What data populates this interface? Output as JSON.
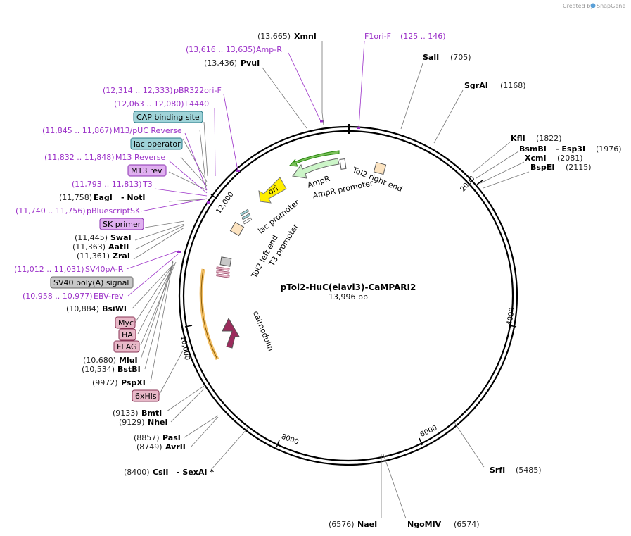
{
  "watermark": {
    "created_by": "Created by",
    "brand": "SnapGene"
  },
  "map": {
    "name": "pTol2-HuC(elavl3)-CaMPARI2",
    "size_label": "13,996 bp",
    "ticks": [
      "2000",
      "4000",
      "6000",
      "8000",
      "10,000",
      "12,000"
    ]
  },
  "features": {
    "ori": "ori",
    "ampr": "AmpR",
    "ampr_promoter": "AmpR promoter",
    "tol2_right": "Tol2 right end",
    "lac_promoter": "lac promoter",
    "tol2_left": "Tol2 left end",
    "t3_promoter": "T3 promoter",
    "calmodulin": "calmodulin"
  },
  "sites": {
    "xmni": {
      "pos": "(13,665)",
      "name": "XmnI"
    },
    "f1ori": {
      "name": "F1ori-F",
      "pos": "(125 .. 146)"
    },
    "ampR_primer": {
      "pos": "(13,616 .. 13,635)",
      "name": "Amp-R"
    },
    "pvui": {
      "pos": "(13,436)",
      "name": "PvuI"
    },
    "sali": {
      "name": "SalI",
      "pos": "(705)"
    },
    "sgrai": {
      "name": "SgrAI",
      "pos": "(1168)"
    },
    "pbr322": {
      "pos": "(12,314 .. 12,333)",
      "name": "pBR322ori-F"
    },
    "l4440": {
      "pos": "(12,063 .. 12,080)",
      "name": "L4440"
    },
    "cap": {
      "name": "CAP binding site"
    },
    "m13puc": {
      "pos": "(11,845 .. 11,867)",
      "name": "M13/pUC Reverse"
    },
    "lacop": {
      "name": "lac operator"
    },
    "m13rev_primer": {
      "pos": "(11,832 .. 11,848)",
      "name": "M13 Reverse"
    },
    "m13rev_box": {
      "name": "M13 rev"
    },
    "t3": {
      "pos": "(11,793 .. 11,813)",
      "name": "T3"
    },
    "eagi": {
      "pos": "(11,758)",
      "name": "EagI",
      "name2": "NotI"
    },
    "pbluescript": {
      "pos": "(11,740 .. 11,756)",
      "name": "pBluescriptSK"
    },
    "skprimer": {
      "name": "SK primer"
    },
    "kfli": {
      "name": "KflI",
      "pos": "(1822)"
    },
    "bsmbi": {
      "name": "BsmBI",
      "name2": "Esp3I",
      "pos": "(1976)"
    },
    "xcmi": {
      "name": "XcmI",
      "pos": "(2081)"
    },
    "bspei": {
      "name": "BspEI",
      "pos": "(2115)"
    },
    "swai": {
      "pos": "(11,445)",
      "name": "SwaI"
    },
    "aatii": {
      "pos": "(11,363)",
      "name": "AatII"
    },
    "zrai": {
      "pos": "(11,361)",
      "name": "ZraI"
    },
    "sv40par": {
      "pos": "(11,012 .. 11,031)",
      "name": "SV40pA-R"
    },
    "sv40polya": {
      "name": "SV40 poly(A) signal"
    },
    "ebvrev": {
      "pos": "(10,958 .. 10,977)",
      "name": "EBV-rev"
    },
    "bsiwi": {
      "pos": "(10,884)",
      "name": "BsiWI"
    },
    "myc": {
      "name": "Myc"
    },
    "ha": {
      "name": "HA"
    },
    "flag": {
      "name": "FLAG"
    },
    "mlui": {
      "pos": "(10,680)",
      "name": "MluI"
    },
    "bstbi": {
      "pos": "(10,534)",
      "name": "BstBI"
    },
    "pspxi": {
      "pos": "(9972)",
      "name": "PspXI"
    },
    "his6": {
      "name": "6xHis"
    },
    "bmti": {
      "pos": "(9133)",
      "name": "BmtI"
    },
    "nhei": {
      "pos": "(9129)",
      "name": "NheI"
    },
    "pasi": {
      "pos": "(8857)",
      "name": "PasI"
    },
    "avrii": {
      "pos": "(8749)",
      "name": "AvrII"
    },
    "csii": {
      "pos": "(8400)",
      "name": "CsiI",
      "name2": "SexAI *"
    },
    "srfi": {
      "name": "SrfI",
      "pos": "(5485)"
    },
    "naei": {
      "pos": "(6576)",
      "name": "NaeI"
    },
    "ngomiv": {
      "name": "NgoMIV",
      "pos": "(6574)"
    }
  },
  "colors": {
    "primer": "#9b30c8",
    "ori_fill": "#ffee00",
    "ampr_fill": "#ccf5c8",
    "calmodulin_fill": "#9b2c5c",
    "orf_outline": "#f0b040",
    "cap_fill": "#9fd3d8",
    "sv40_fill": "#c8c8c8",
    "tag_fill": "#e8b8c8"
  }
}
